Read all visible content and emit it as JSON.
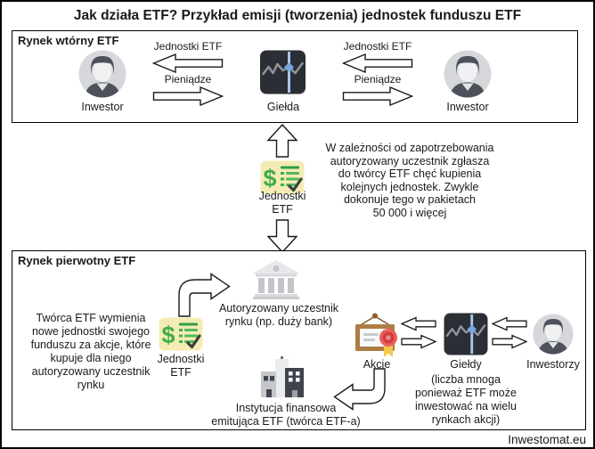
{
  "page": {
    "title": "Jak działa ETF? Przykład emisji (tworzenia) jednostek funduszu ETF",
    "watermark": "Inwestomat.eu"
  },
  "colors": {
    "chart_icon_bg": "#2b2e35",
    "chart_icon_line": "#8d9298",
    "chart_icon_accent": "#76a7e0",
    "avatar_bg": "#d5d7db",
    "avatar_dark": "#4d515c",
    "money_icon_bg": "#f4ecb4",
    "money_icon_green": "#3fae49",
    "bank_gray": "#c3c5c9",
    "certificate_frame": "#ae7c46",
    "certificate_seal": "#d23c3c",
    "certificate_ribbon": "#f1c84b",
    "building_dark": "#3e434c",
    "building_light": "#c5c7cb"
  },
  "icons": {
    "investor": "person-avatar-icon",
    "exchange": "stock-chart-icon",
    "etf_units": "money-document-icon",
    "bank": "bank-building-icon",
    "shares": "share-certificate-icon",
    "issuer": "city-buildings-icon"
  },
  "secondary_market": {
    "box_label": "Rynek wtórny ETF",
    "left_investor": {
      "label": "Inwestor"
    },
    "exchange": {
      "label": "Giełda"
    },
    "right_investor": {
      "label": "Inwestor"
    },
    "left_flow": {
      "top_label": "Jednostki ETF",
      "top_direction": "left",
      "bottom_label": "Pieniądze",
      "bottom_direction": "right"
    },
    "right_flow": {
      "top_label": "Jednostki ETF",
      "top_direction": "left",
      "bottom_label": "Pieniądze",
      "bottom_direction": "right"
    }
  },
  "transfer": {
    "units_label": "Jednostki\nETF",
    "note": "W zależności od zapotrzebowania\nautoryzowany uczestnik zgłasza\ndo twórcy ETF chęć kupienia\nkolejnych jednostek. Zwykle\ndokonuje tego w pakietach\n50 000 i więcej"
  },
  "primary_market": {
    "box_label": "Rynek pierwotny ETF",
    "description": "Twórca ETF wymienia\nnowe jednostki swojego\nfunduszu za akcje, które\nkupuje dla niego\nautoryzowany uczestnik\nrynku",
    "units_label": "Jednostki\nETF",
    "authorized_participant": {
      "label": "Autoryzowany uczestnik\nrynku (np. duży bank)"
    },
    "shares": {
      "label": "Akcje"
    },
    "exchanges": {
      "label": "Giełdy",
      "note": "(liczba mnoga\nponieważ ETF może\ninwestować na wielu\nrynkach akcji)"
    },
    "investors": {
      "label": "Inwestorzy"
    },
    "issuer": {
      "label": "Instytucja finansowa\nemitująca ETF (twórca ETF-a)"
    }
  }
}
